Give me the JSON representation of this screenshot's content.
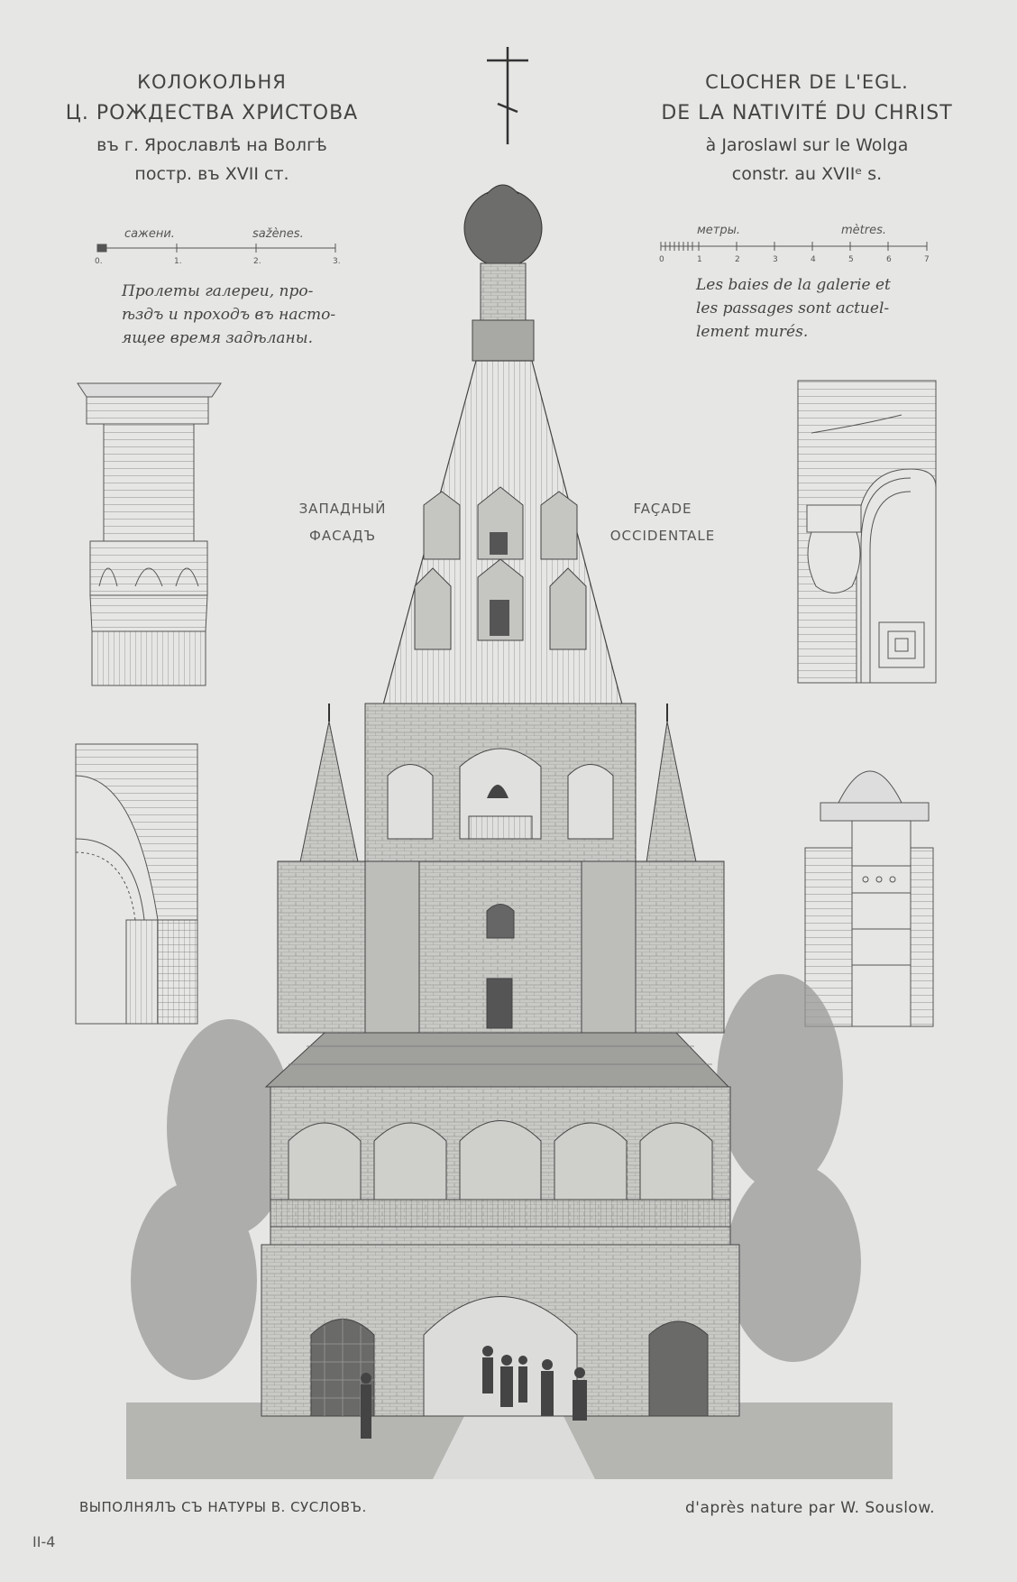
{
  "title_ru": {
    "line1": "КОЛОКОЛЬНЯ",
    "line2": "Ц. РОЖДЕСТВА ХРИСТОВА",
    "line3": "въ г. Ярославлѣ на Волгѣ",
    "line4": "постр. въ XVII ст."
  },
  "title_fr": {
    "line1": "CLOCHER DE L'EGL.",
    "line2": "DE LA NATIVITÉ DU CHRIST",
    "line3": "à Jaroslawl sur le Wolga",
    "line4": "constr. au XVIIᵉ s."
  },
  "scale_left": {
    "unit_ru": "сажени.",
    "unit_fr": "sažènes.",
    "ticks": [
      "0.",
      "1.",
      "2.",
      "3."
    ]
  },
  "scale_right": {
    "unit_ru": "метры.",
    "unit_fr": "mètres.",
    "ticks": [
      "0",
      "1",
      "2",
      "3",
      "4",
      "5",
      "6",
      "7"
    ]
  },
  "note_ru": [
    "Пролеты галереи, про-",
    "ѣздъ и проходъ въ насто-",
    "ящее время задѣланы."
  ],
  "note_fr": [
    "Les baies de la galerie et",
    "les passages sont actuel-",
    "lement murés."
  ],
  "facade_ru": [
    "ЗАПАДНЫЙ",
    "ФАСАДЪ"
  ],
  "facade_fr": [
    "FAÇADE",
    "OCCIDENTALE"
  ],
  "footer_ru": "ВЫПОЛНЯЛЪ СЪ НАТУРЫ В. СУСЛОВЪ.",
  "footer_fr": "d'après nature par W. Souslow.",
  "plate_number": "II-4"
}
